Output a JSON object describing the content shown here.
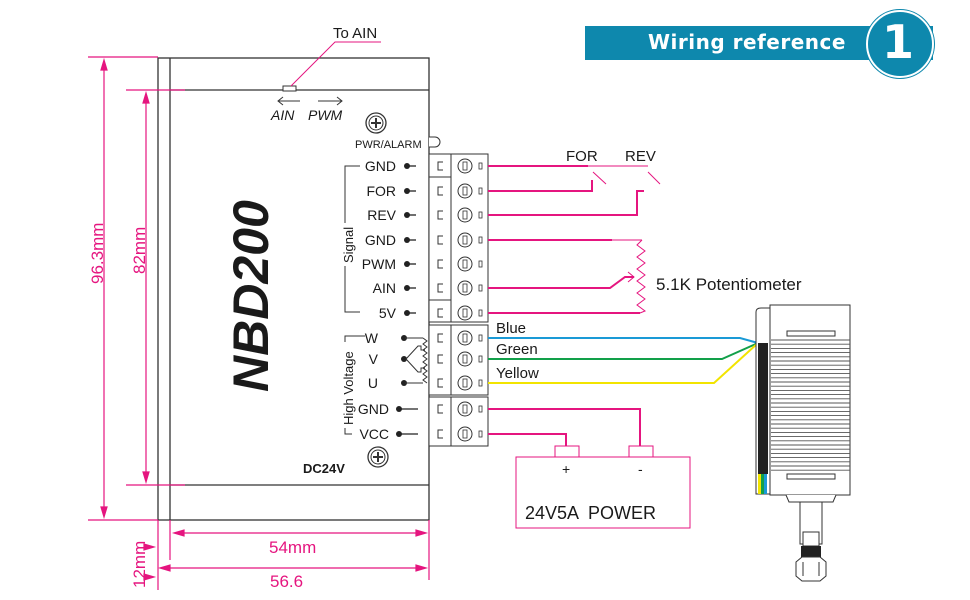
{
  "banner": {
    "title": "Wiring reference",
    "number": "1"
  },
  "controller": {
    "model": "NBD200",
    "top_pin_label": "To AIN",
    "switch_left": "AIN",
    "switch_right": "PWM",
    "pwr_alarm": "PWR/ALARM",
    "supply": "DC24V",
    "signal_group_label": "Signal",
    "hv_group_label": "High Voltage",
    "signal_pins": [
      "GND",
      "FOR",
      "REV",
      "GND",
      "PWM",
      "AIN",
      "5V"
    ],
    "hv_pins": [
      "W",
      "V",
      "U",
      "GND",
      "VCC"
    ]
  },
  "dimensions": {
    "height_total": "96.3mm",
    "height_inner": "82mm",
    "depth": "12mm",
    "width_inner": "54mm",
    "width_total": "56.6"
  },
  "switches": {
    "for": "FOR",
    "rev": "REV"
  },
  "potentiometer": {
    "label": "5.1K Potentiometer"
  },
  "motor_wires": [
    {
      "label": "Blue",
      "color": "#1a9ad6"
    },
    {
      "label": "Green",
      "color": "#12a04a"
    },
    {
      "label": "Yellow",
      "color": "#f2e400"
    }
  ],
  "power_supply": {
    "label": "24V5A  POWER",
    "plus": "+",
    "minus": "-"
  },
  "colors": {
    "accent": "#e5157f",
    "banner": "#0e88ad"
  }
}
